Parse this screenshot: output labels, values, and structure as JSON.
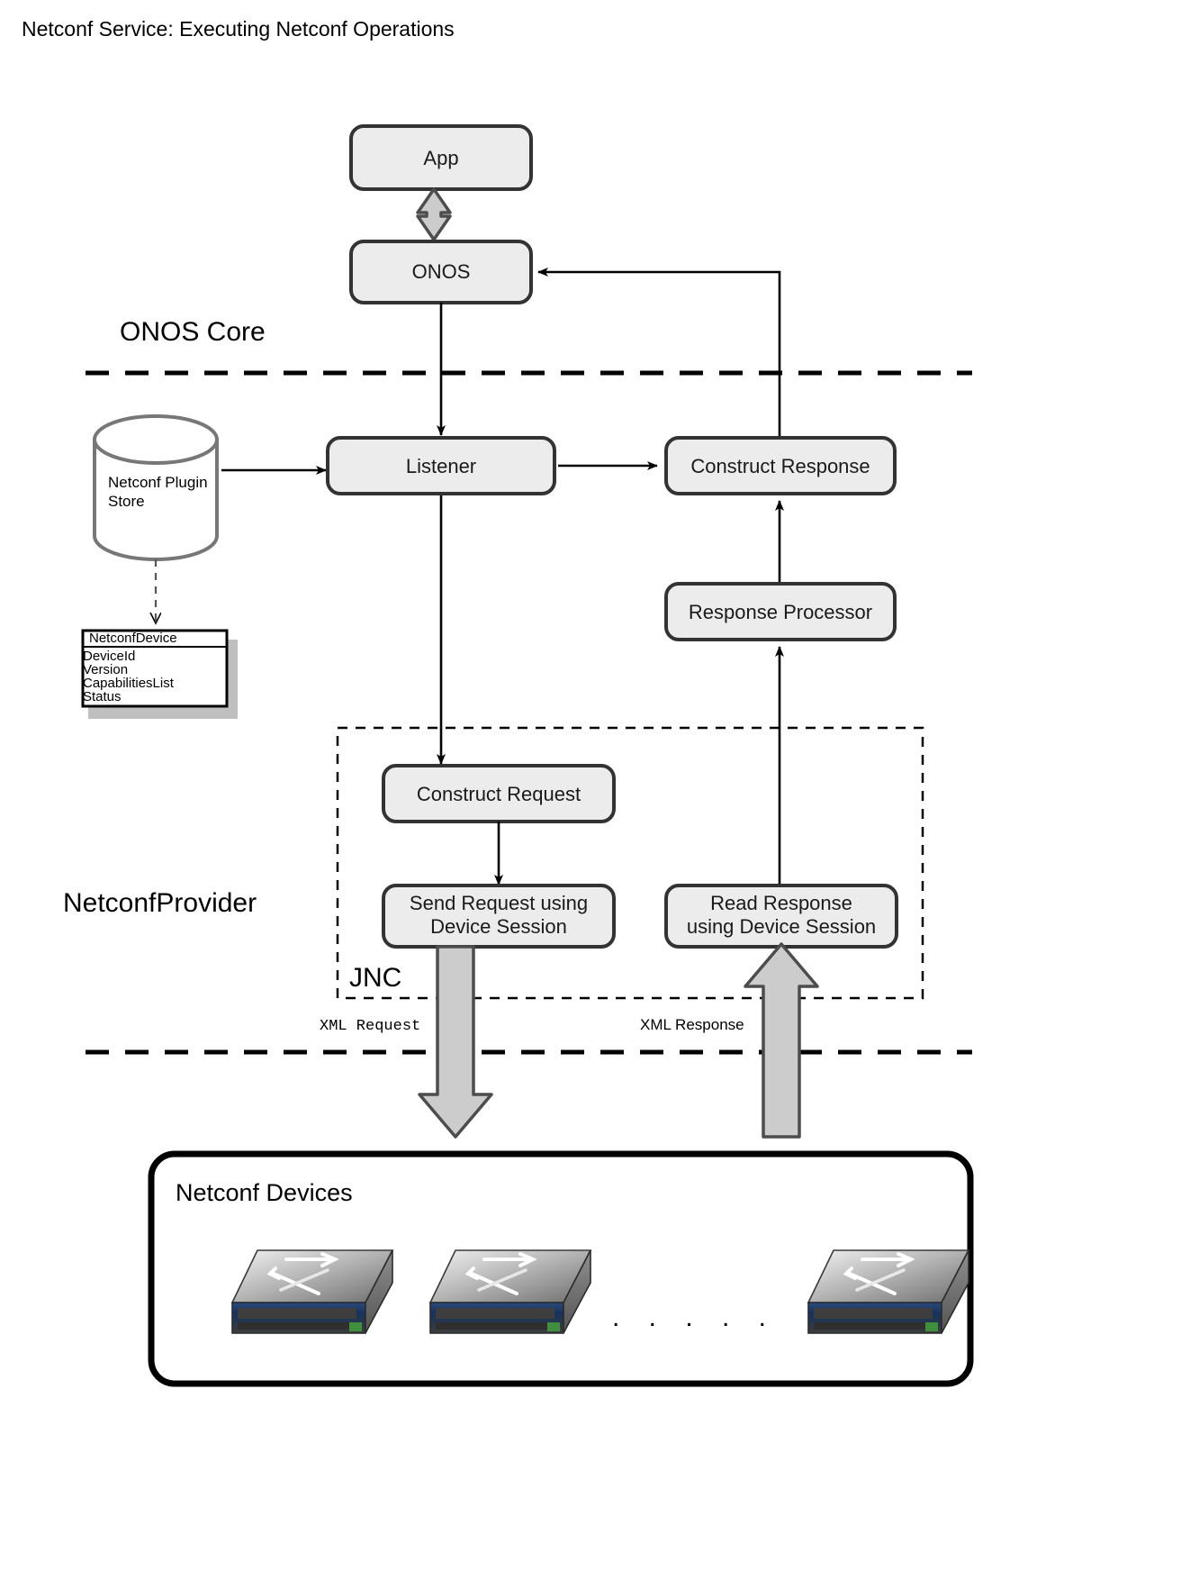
{
  "title": "Netconf Service: Executing Netconf Operations",
  "zones": {
    "onos_core": "ONOS Core",
    "netconf_provider": "NetconfProvider",
    "jnc": "JNC"
  },
  "nodes": {
    "app": "App",
    "onos": "ONOS",
    "listener": "Listener",
    "construct_response": "Construct Response",
    "response_processor": "Response Processor",
    "construct_request": "Construct Request",
    "send_request": {
      "line1": "Send Request using",
      "line2": "Device Session"
    },
    "read_response": {
      "line1": "Read Response",
      "line2": "using Device Session"
    }
  },
  "store": {
    "line1": "Netconf Plugin",
    "line2": "Store"
  },
  "class_box": {
    "name": "NetconfDevice",
    "attributes": [
      "DeviceId",
      "Version",
      "CapabilitiesList",
      "Status"
    ]
  },
  "flow_labels": {
    "xml_request": "XML Request",
    "xml_response": "XML Response"
  },
  "devices_panel": {
    "title": "Netconf Devices",
    "ellipsis": ". . . . ."
  },
  "colors": {
    "box_fill": "#ececec",
    "box_stroke": "#333333",
    "block_arrow_fill": "#cccccc",
    "block_arrow_stroke": "#666666",
    "cylinder_stroke": "#777777",
    "line": "#000000",
    "device_blue": "#1f3864",
    "device_body": "#9a9a9a",
    "device_top": "#d9d9d9"
  }
}
